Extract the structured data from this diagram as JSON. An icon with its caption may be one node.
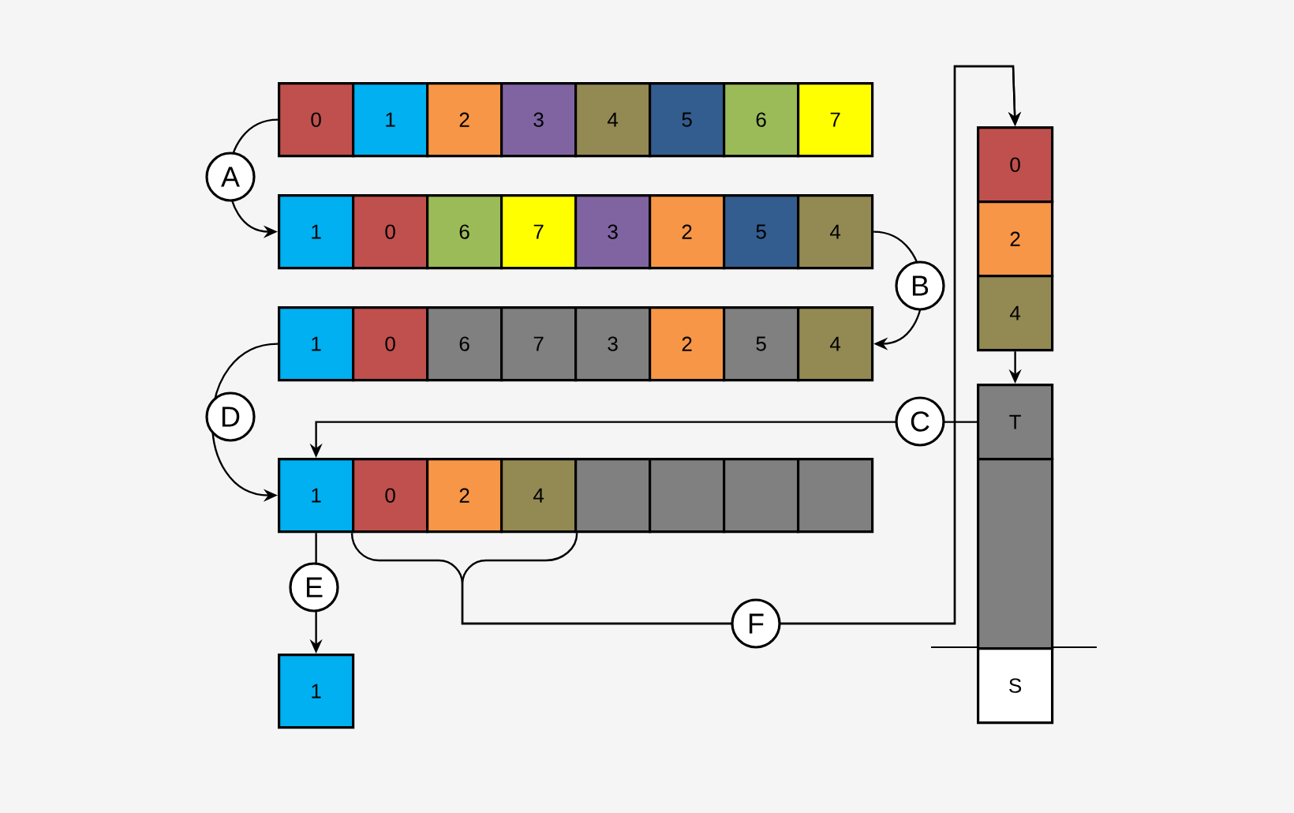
{
  "diagram": {
    "nodes": [
      {
        "text": [
          "0"
        ]
      },
      {
        "text": [
          "1"
        ]
      },
      {
        "text": [
          "2"
        ]
      },
      {
        "text": [
          "3"
        ]
      },
      {
        "text": [
          "4"
        ]
      },
      {
        "text": [
          "5"
        ]
      },
      {
        "text": [
          "6"
        ]
      },
      {
        "text": [
          "7"
        ]
      },
      {
        "text": [
          "1"
        ]
      },
      {
        "text": [
          "0"
        ]
      },
      {
        "text": [
          "6"
        ]
      },
      {
        "text": [
          "7"
        ]
      },
      {
        "text": [
          "3"
        ]
      },
      {
        "text": [
          "2"
        ]
      },
      {
        "text": [
          "5"
        ]
      },
      {
        "text": [
          "4"
        ]
      },
      {
        "text": [
          "1"
        ]
      },
      {
        "text": [
          "0"
        ]
      },
      {
        "text": [
          "6"
        ]
      },
      {
        "text": [
          "7"
        ]
      },
      {
        "text": [
          "3"
        ]
      },
      {
        "text": [
          "2"
        ]
      },
      {
        "text": [
          "5"
        ]
      },
      {
        "text": [
          "4"
        ]
      },
      {
        "text": [
          "1"
        ]
      },
      {
        "text": [
          "0"
        ]
      },
      {
        "text": [
          "2"
        ]
      },
      {
        "text": [
          "4"
        ]
      },
      {
        "text": [],
        "shape": "box"
      },
      {
        "text": [],
        "shape": "box"
      },
      {
        "text": [],
        "shape": "box"
      },
      {
        "text": [],
        "shape": "box"
      },
      {
        "text": [
          "1"
        ]
      },
      {
        "text": [
          "0"
        ]
      },
      {
        "text": [
          "2"
        ]
      },
      {
        "text": [
          "4"
        ]
      },
      {
        "text": [
          "T"
        ]
      },
      {
        "text": [],
        "shape": "box"
      },
      {
        "text": [
          "S"
        ]
      }
    ],
    "edges": [
      {
        "from": 0,
        "to": 8,
        "arrow": "to",
        "label": "A"
      },
      {
        "from": 15,
        "to": 23,
        "arrow": "to",
        "label": "B"
      },
      {
        "from": 36,
        "to": 24,
        "arrow": "to",
        "label": "C"
      },
      {
        "from": 16,
        "to": 24,
        "arrow": "to",
        "label": "D"
      },
      {
        "from": 24,
        "to": 32,
        "arrow": "to",
        "label": "E"
      },
      {
        "from": 25,
        "to": 33,
        "arrow": "to",
        "label": "F"
      },
      {
        "from": 27,
        "to": 33,
        "arrow": "to"
      },
      {
        "from": 35,
        "to": 36,
        "arrow": "to"
      }
    ]
  }
}
